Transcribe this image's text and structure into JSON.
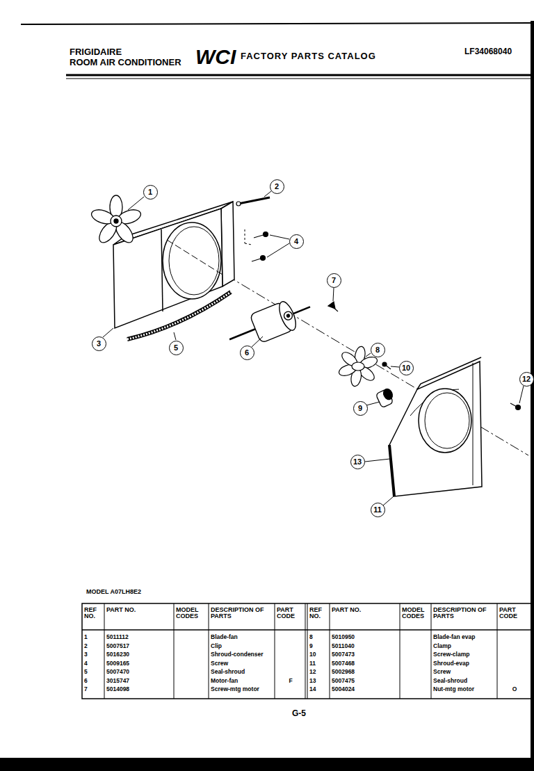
{
  "diagram": {
    "nodes": [
      {
        "text": [
          "1"
        ]
      },
      {
        "text": [
          "2"
        ]
      },
      {
        "text": [
          "4"
        ]
      },
      {
        "text": [
          "7"
        ]
      },
      {
        "text": [
          "3"
        ]
      },
      {
        "text": [
          "5"
        ]
      },
      {
        "text": [
          "6"
        ]
      },
      {
        "text": [
          "8"
        ]
      },
      {
        "text": [
          "10"
        ]
      },
      {
        "text": [
          "12"
        ]
      },
      {
        "text": [
          "9"
        ]
      },
      {
        "text": [
          "13"
        ]
      },
      {
        "text": [
          "11"
        ]
      }
    ],
    "labels": [
      "FRIGIDAIRE",
      "ROOM AIR CONDITIONER",
      "WCI",
      "FACTORY PARTS CATALOG",
      "LF34068040",
      "MODEL A07LH8E2",
      "REF NO.",
      "PART NO.",
      "MODEL CODES",
      "DESCRIPTION OF PARTS",
      "PART CODE",
      "REF NO.",
      "PART NO.",
      "MODEL CODES",
      "DESCRIPTION OF PARTS",
      "PART CODE",
      "1",
      "5011112",
      "Blade-fan",
      "2",
      "5007517",
      "Clip",
      "3",
      "5016230",
      "Shroud-condenser",
      "4",
      "5009165",
      "Screw",
      "5",
      "5007470",
      "Seal-shroud",
      "6",
      "3015747",
      "Motor-fan",
      "F",
      "7",
      "5014098",
      "Screw-mtg motor",
      "8",
      "5010950",
      "Blade-fan evap",
      "9",
      "5011040",
      "Clamp",
      "10",
      "5007473",
      "Screw-clamp",
      "11",
      "5007468",
      "Shroud-evap",
      "12",
      "5002968",
      "Screw",
      "13",
      "5007475",
      "Seal-shroud",
      "14",
      "5004024",
      "Nut-mtg motor",
      "O",
      "G-5"
    ]
  }
}
